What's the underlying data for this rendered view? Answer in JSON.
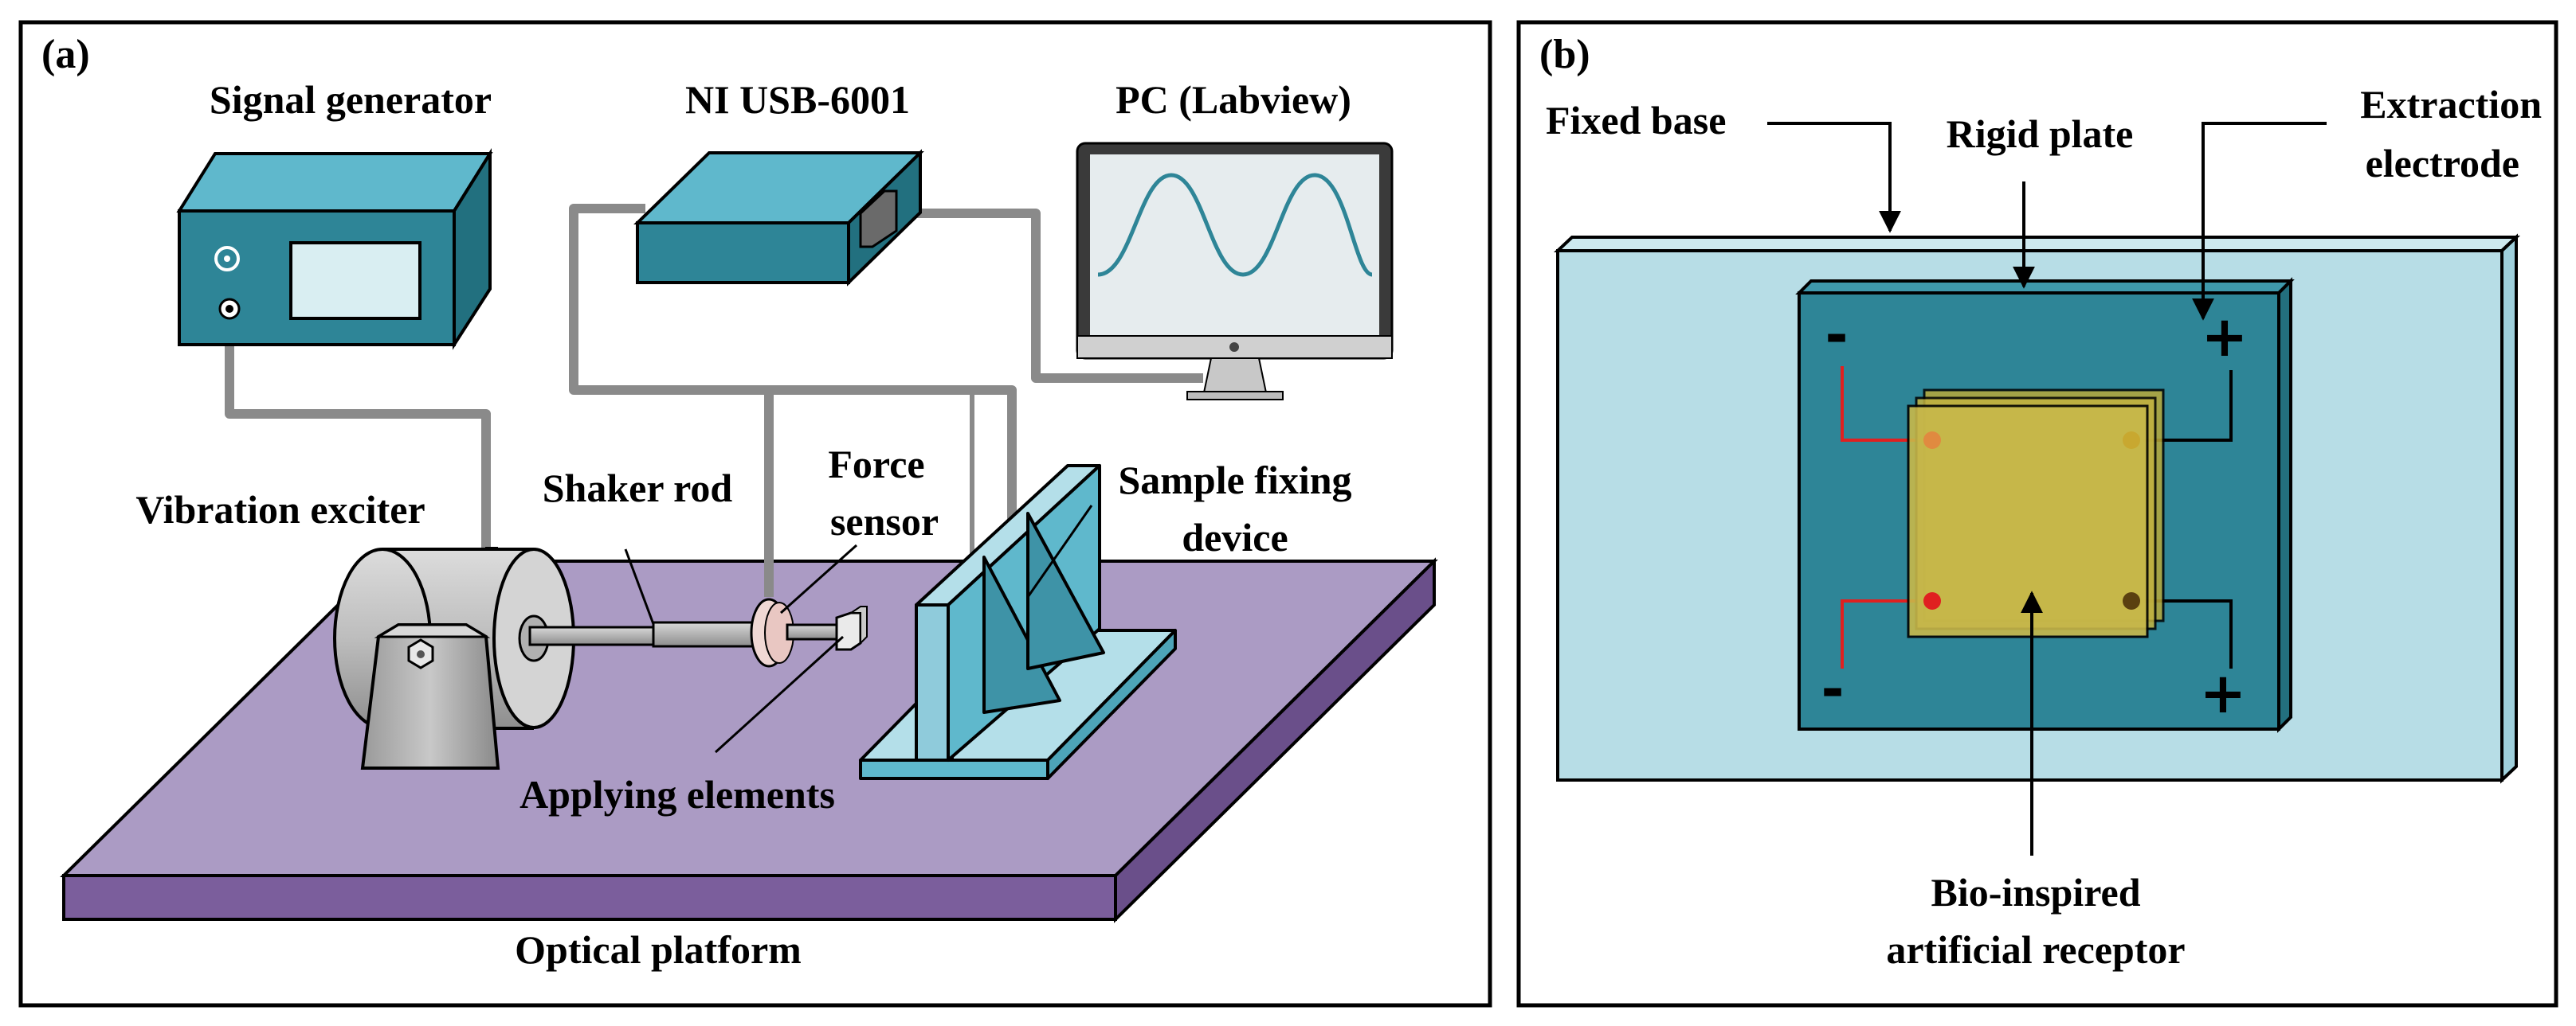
{
  "panel_a": {
    "tag": "(a)",
    "signal_generator": "Signal generator",
    "ni_usb": "NI USB-6001",
    "pc": "PC (Labview)",
    "vibration_exciter": "Vibration exciter",
    "shaker_rod": "Shaker rod",
    "force_sensor_line1": "Force",
    "force_sensor_line2": "sensor",
    "sample_fixing_line1": "Sample fixing",
    "sample_fixing_line2": "device",
    "applying_elements": "Applying elements",
    "optical_platform": "Optical platform"
  },
  "panel_b": {
    "tag": "(b)",
    "fixed_base": "Fixed base",
    "rigid_plate": "Rigid plate",
    "extraction_line1": "Extraction",
    "extraction_line2": "electrode",
    "minus_top": "-",
    "plus_top": "+",
    "minus_bottom": "-",
    "plus_bottom": "+",
    "receptor_line1": "Bio-inspired",
    "receptor_line2": "artificial receptor"
  },
  "colors": {
    "teal_dark": "#2e8597",
    "teal_light": "#5fb8cc",
    "platform_top": "#ab9bc4",
    "platform_side": "#7b5e9c",
    "base_light": "#b7dde6",
    "receptor": "#c8b84a",
    "electrode_red": "#e02020"
  }
}
